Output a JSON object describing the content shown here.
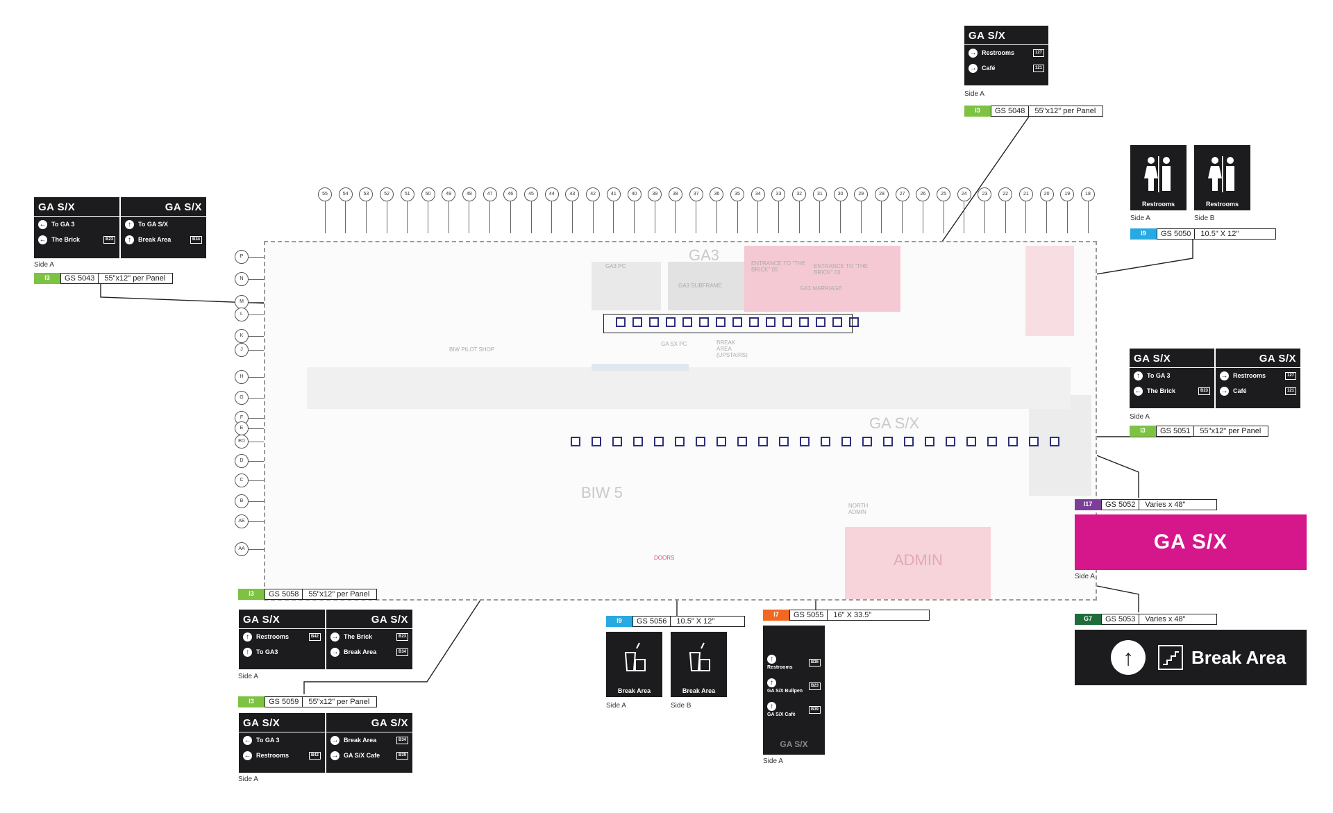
{
  "columns": [
    "55",
    "54",
    "53",
    "52",
    "51",
    "50",
    "49",
    "48",
    "47",
    "46",
    "45",
    "44",
    "43",
    "42",
    "41",
    "40",
    "39",
    "38",
    "37",
    "36",
    "35",
    "34",
    "33",
    "32",
    "31",
    "30",
    "29",
    "28",
    "27",
    "26",
    "25",
    "24",
    "23",
    "22",
    "21",
    "20",
    "19",
    "18"
  ],
  "rows": [
    "P",
    "N",
    "M",
    "L",
    "K",
    "J",
    "H",
    "G",
    "F",
    "E",
    "ED",
    "D",
    "C",
    "B",
    "AE",
    "AA"
  ],
  "plan": {
    "zones": {
      "ga3": "GA3",
      "gasx": "GA S/X",
      "biw5": "BIW 5",
      "admin": "ADMIN"
    },
    "labels": {
      "entrance1": "ENTRANCE TO \"THE BRICK\" 05",
      "entrance2": "ENTRANCE TO \"THE BRICK\" 03",
      "ga3_subframe": "GA3 SUBFRAME",
      "ga3_marriage": "GA3 MARRIAGE",
      "break_area": "BREAK AREA (UPSTAIRS)",
      "biw_pilot": "BIW PILOT SHOP",
      "ga_sx_pc": "GA SX PC",
      "north_admin": "NORTH ADMIN",
      "ga3_pc": "GA3 PC",
      "doors": "DOORS"
    }
  },
  "signs": {
    "gs5043": {
      "code": "I3",
      "id": "GS 5043",
      "size": "55\"x12\" per Panel",
      "code_color": "#7dc242",
      "side": "Side A",
      "left_title": "GA S/X",
      "right_title": "GA S/X",
      "left_rows": [
        {
          "arrow": "←",
          "label": "To GA 3",
          "box": ""
        },
        {
          "arrow": "←",
          "label": "The Brick",
          "box": "B23"
        }
      ],
      "right_rows": [
        {
          "arrow": "↑",
          "label": "To GA S/X",
          "box": ""
        },
        {
          "arrow": "↑",
          "label": "Break Area",
          "box": "B34"
        }
      ]
    },
    "gs5048": {
      "code": "I3",
      "id": "GS 5048",
      "size": "55\"x12\" per Panel",
      "code_color": "#7dc242",
      "side": "Side A",
      "title": "GA S/X",
      "rows": [
        {
          "arrow": "→",
          "label": "Restrooms",
          "box": "127"
        },
        {
          "arrow": "→",
          "label": "Café",
          "box": "121"
        }
      ]
    },
    "gs5050": {
      "code": "I9",
      "id": "GS 5050",
      "size": "10.5\" X 12\"",
      "code_color": "#29a9e1",
      "side_a": "Side A",
      "side_b": "Side B",
      "label_a": "Restrooms",
      "label_b": "Restrooms"
    },
    "gs5051": {
      "code": "I3",
      "id": "GS 5051",
      "size": "55\"x12\" per Panel",
      "code_color": "#7dc242",
      "side": "Side A",
      "left_title": "GA S/X",
      "right_title": "GA S/X",
      "left_rows": [
        {
          "arrow": "↑",
          "label": "To GA 3",
          "box": ""
        },
        {
          "arrow": "←",
          "label": "The Brick",
          "box": "B23"
        }
      ],
      "right_rows": [
        {
          "arrow": "→",
          "label": "Restrooms",
          "box": "127"
        },
        {
          "arrow": "→",
          "label": "Café",
          "box": "121"
        }
      ]
    },
    "gs5052": {
      "code": "I17",
      "id": "GS 5052",
      "size": "Varies x 48\"",
      "code_color": "#7c3f98",
      "side": "Side A",
      "text": "GA S/X",
      "color": "#d6168b"
    },
    "gs5053": {
      "code": "G7",
      "id": "GS 5053",
      "size": "Varies x 48\"",
      "code_color": "#1f6b3a",
      "text": "Break Area"
    },
    "gs5055": {
      "code": "I7",
      "id": "GS 5055",
      "size": "16\" X 33.5\"",
      "code_color": "#f26722",
      "side": "Side A",
      "rows": [
        {
          "arrow": "↑",
          "label": "Restrooms",
          "box": "B36"
        },
        {
          "arrow": "↑",
          "label": "GA S/X Bullpen",
          "box": "B23"
        },
        {
          "arrow": "↑",
          "label": "GA S/X Café",
          "box": "B39"
        }
      ],
      "footer": "GA S/X"
    },
    "gs5056": {
      "code": "I9",
      "id": "GS 5056",
      "size": "10.5\" X 12\"",
      "code_color": "#29a9e1",
      "side_a": "Side A",
      "side_b": "Side B",
      "label_a": "Break Area",
      "label_b": "Break Area"
    },
    "gs5058": {
      "code": "I3",
      "id": "GS 5058",
      "size": "55\"x12\" per Panel",
      "code_color": "#7dc242",
      "side": "Side A",
      "left_title": "GA S/X",
      "right_title": "GA S/X",
      "left_rows": [
        {
          "arrow": "↑",
          "label": "Restrooms",
          "box": "B42"
        },
        {
          "arrow": "↑",
          "label": "To GA3",
          "box": ""
        }
      ],
      "right_rows": [
        {
          "arrow": "→",
          "label": "The Brick",
          "box": "B23"
        },
        {
          "arrow": "→",
          "label": "Break Area",
          "box": "B34"
        }
      ]
    },
    "gs5059": {
      "code": "I3",
      "id": "GS 5059",
      "size": "55\"x12\" per Panel",
      "code_color": "#7dc242",
      "side": "Side A",
      "left_title": "GA S/X",
      "right_title": "GA S/X",
      "left_rows": [
        {
          "arrow": "←",
          "label": "To GA 3",
          "box": ""
        },
        {
          "arrow": "←",
          "label": "Restrooms",
          "box": "B42"
        }
      ],
      "right_rows": [
        {
          "arrow": "→",
          "label": "Break Area",
          "box": "B34"
        },
        {
          "arrow": "→",
          "label": "GA S/X Cafe",
          "box": "B39"
        }
      ]
    }
  }
}
